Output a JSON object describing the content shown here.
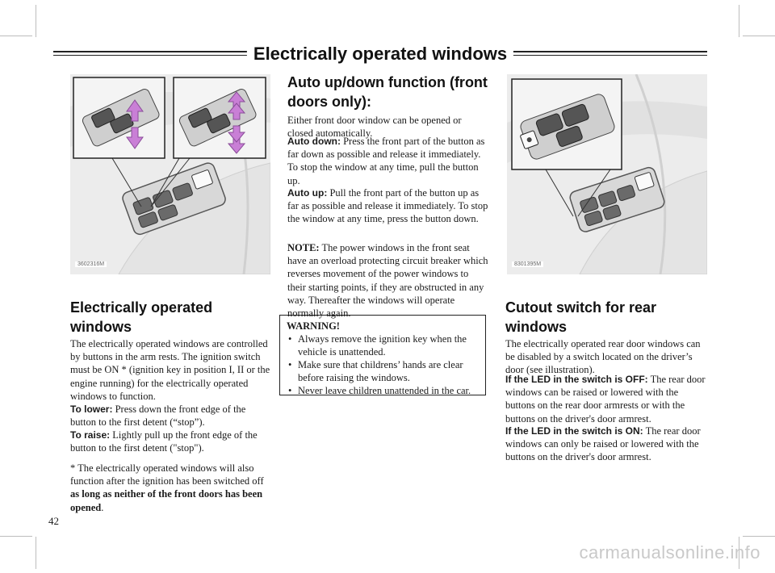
{
  "page": {
    "title": "Electrically operated windows",
    "page_number": "42",
    "watermark": "carmanualsonline.info"
  },
  "figures": {
    "left_code": "3602316M",
    "right_code": "8301395M"
  },
  "section_windows": {
    "heading": "Electrically operated windows",
    "intro": "The electrically operated windows are controlled by buttons in the arm rests. The ignition switch must be ON * (ignition key in position I, II or the engine running) for the electrically operated windows to function.",
    "lower_label": "To lower:",
    "lower_text": " Press down the front edge of the button to the first detent (“stop”).",
    "raise_label": "To raise:",
    "raise_text": " Lightly pull up the front edge of the button to the first detent (\"stop\").",
    "footnote": "* The electrically operated windows will also function after the ignition has been switched off ",
    "footnote_bold": "as long as neither of the front doors has been opened",
    "footnote_end": "."
  },
  "section_auto": {
    "heading": "Auto up/down function (front doors only):",
    "intro": "Either front door window can be opened or closed automatically.",
    "down_label": "Auto down:",
    "down_text": " Press the front part of the button as far down as possible and release it immediately. To stop the window at any time, pull the button up.",
    "up_label": "Auto up:",
    "up_text": " Pull the front part of the button up as far as possible and release it immediately. To stop the window at any time, press the button down.",
    "note_label": "NOTE:",
    "note_text": " The power windows in the front seat have an overload protecting circuit breaker which reverses movement of the power windows to their starting points, if they are obstructed in any way. Thereafter the windows will operate normally again."
  },
  "warning": {
    "title": "WARNING!",
    "items": [
      "Always remove the ignition key when the vehicle is unattended.",
      "Make sure that childrens’ hands are clear before raising the windows.",
      "Never leave children unattended in the car."
    ]
  },
  "section_cutout": {
    "heading": "Cutout switch for rear windows",
    "intro": "The electrically operated rear door windows can be disabled by a switch located on the driver’s door (see illustration).",
    "off_label": "If the LED in the switch is OFF:",
    "off_text": " The rear door windows can be raised or lowered with the buttons on the rear door armrests or with the buttons on the driver's door armrest.",
    "on_label": "If the LED in the switch is ON:",
    "on_text": " The rear door windows can only be raised or lowered with the buttons on the driver's door armrest."
  },
  "colors": {
    "arrow": "#c97fd6",
    "switch_dark": "#4a4a4a",
    "panel_gray": "#e6e6e6"
  }
}
